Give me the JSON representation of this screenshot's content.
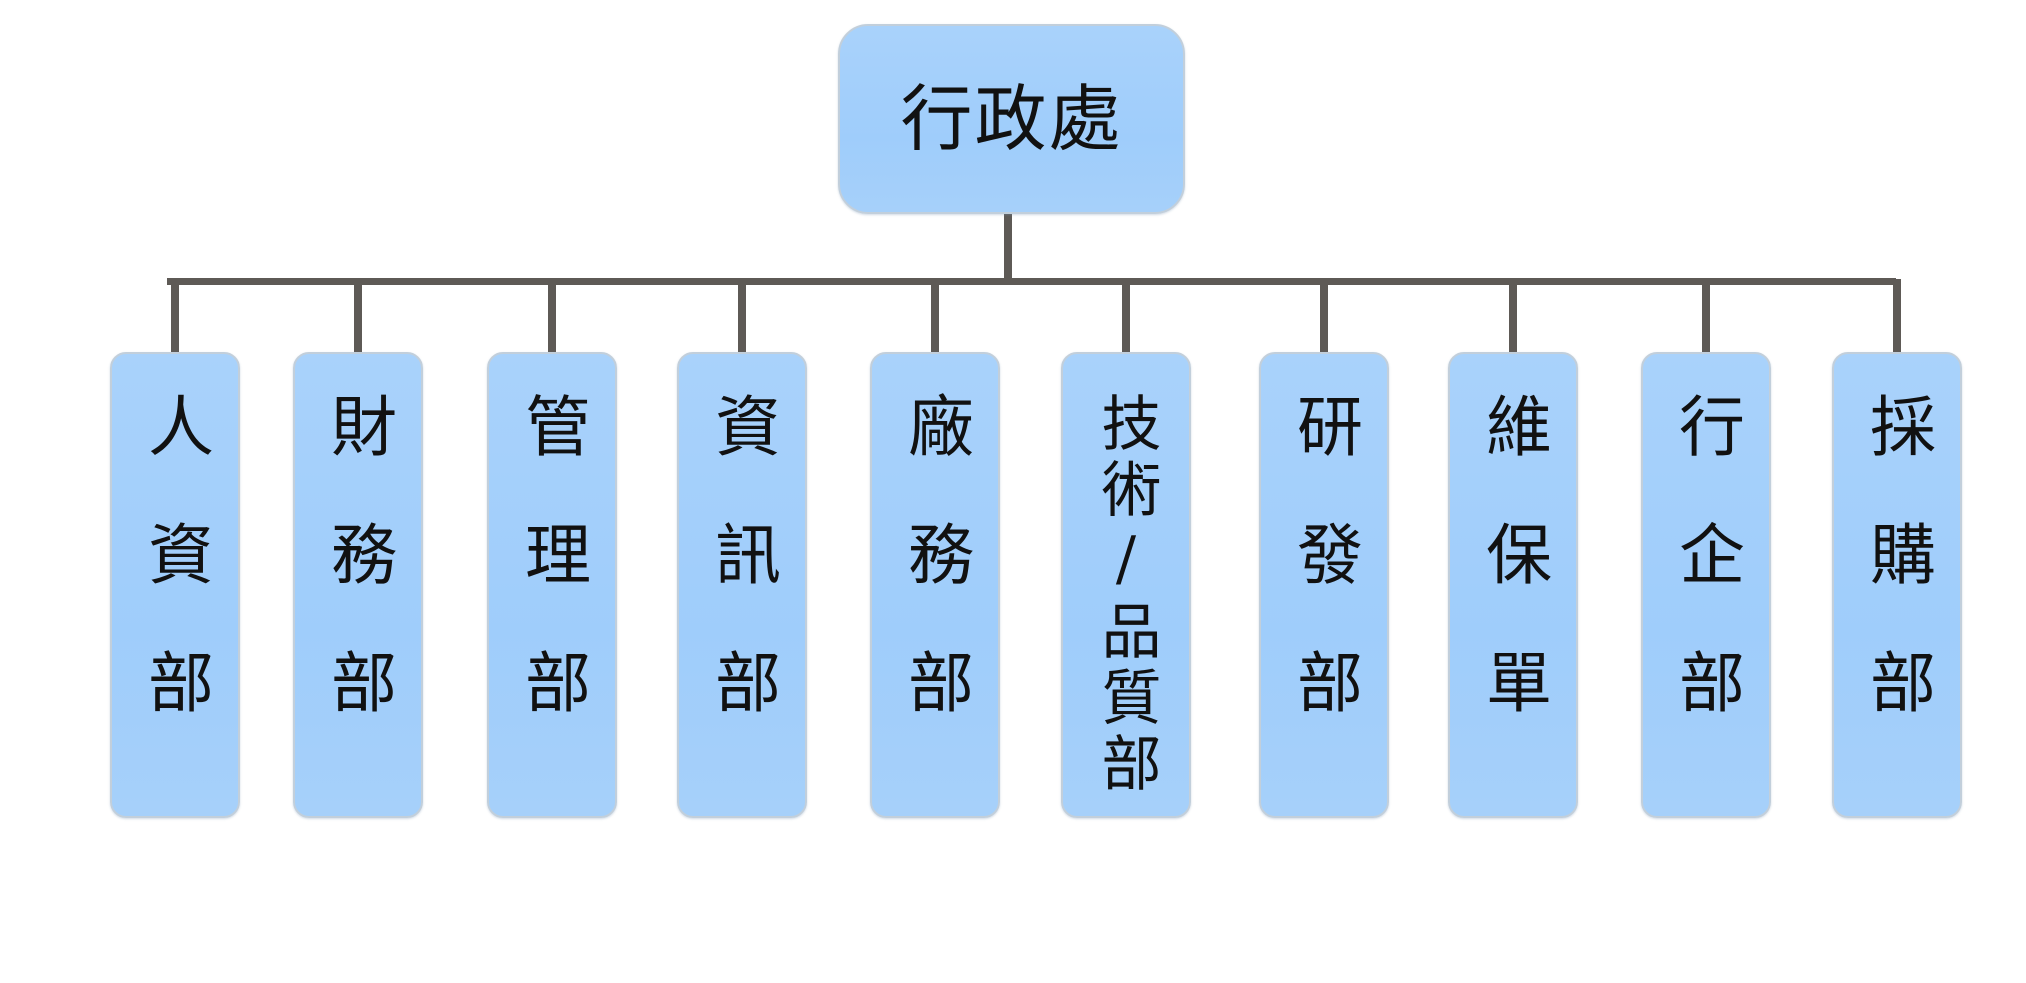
{
  "diagram": {
    "root": {
      "label": "行政處"
    },
    "departments": [
      {
        "id": "hr",
        "label": "人資部"
      },
      {
        "id": "finance",
        "label": "財務部"
      },
      {
        "id": "management",
        "label": "管理部"
      },
      {
        "id": "it",
        "label": "資訊部"
      },
      {
        "id": "facility",
        "label": "廠務部"
      },
      {
        "id": "tech-qa",
        "label": "技術/品質部"
      },
      {
        "id": "rnd",
        "label": "研發部"
      },
      {
        "id": "maintenance",
        "label": "維保單"
      },
      {
        "id": "enterprise",
        "label": "行企部"
      },
      {
        "id": "procurement",
        "label": "採購部"
      }
    ]
  },
  "colors": {
    "box_fill": "#a0cdfb",
    "box_border": "#c2cfdb",
    "connector": "#5e5a56",
    "text": "#111111"
  }
}
